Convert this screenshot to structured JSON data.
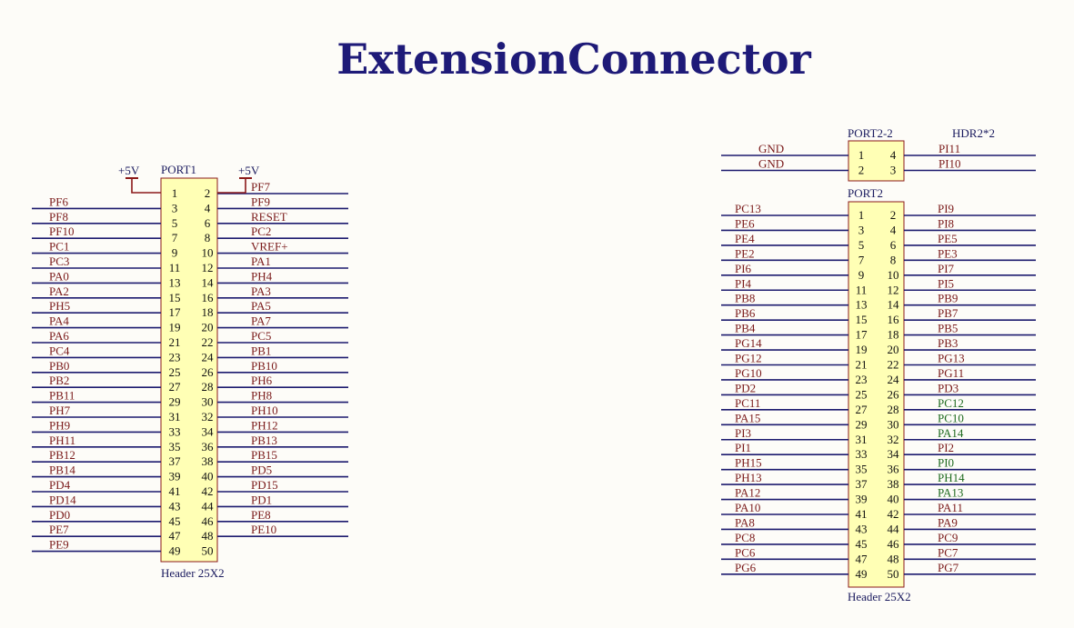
{
  "title": "ExtensionConnector",
  "colors": {
    "wire": "#1c1a6e",
    "signal": "#7a1a1a",
    "signal_alt": "#1f6b1f",
    "body_fill": "#ffffb5",
    "body_stroke": "#8b1a1a",
    "power": "#8b1a1a"
  },
  "port1": {
    "designator": "PORT1",
    "footprint": "Header 25X2",
    "power_left": "+5V",
    "power_right": "+5V",
    "rows": [
      {
        "l": "",
        "lp": "1",
        "rp": "2",
        "r": "PF7"
      },
      {
        "l": "PF6",
        "lp": "3",
        "rp": "4",
        "r": "PF9"
      },
      {
        "l": "PF8",
        "lp": "5",
        "rp": "6",
        "r": "RESET"
      },
      {
        "l": "PF10",
        "lp": "7",
        "rp": "8",
        "r": "PC2"
      },
      {
        "l": "PC1",
        "lp": "9",
        "rp": "10",
        "r": "VREF+"
      },
      {
        "l": "PC3",
        "lp": "11",
        "rp": "12",
        "r": "PA1"
      },
      {
        "l": "PA0",
        "lp": "13",
        "rp": "14",
        "r": "PH4"
      },
      {
        "l": "PA2",
        "lp": "15",
        "rp": "16",
        "r": "PA3"
      },
      {
        "l": "PH5",
        "lp": "17",
        "rp": "18",
        "r": "PA5"
      },
      {
        "l": "PA4",
        "lp": "19",
        "rp": "20",
        "r": "PA7"
      },
      {
        "l": "PA6",
        "lp": "21",
        "rp": "22",
        "r": "PC5"
      },
      {
        "l": "PC4",
        "lp": "23",
        "rp": "24",
        "r": "PB1"
      },
      {
        "l": "PB0",
        "lp": "25",
        "rp": "26",
        "r": "PB10"
      },
      {
        "l": "PB2",
        "lp": "27",
        "rp": "28",
        "r": "PH6"
      },
      {
        "l": "PB11",
        "lp": "29",
        "rp": "30",
        "r": "PH8"
      },
      {
        "l": "PH7",
        "lp": "31",
        "rp": "32",
        "r": "PH10"
      },
      {
        "l": "PH9",
        "lp": "33",
        "rp": "34",
        "r": "PH12"
      },
      {
        "l": "PH11",
        "lp": "35",
        "rp": "36",
        "r": "PB13"
      },
      {
        "l": "PB12",
        "lp": "37",
        "rp": "38",
        "r": "PB15"
      },
      {
        "l": "PB14",
        "lp": "39",
        "rp": "40",
        "r": "PD5"
      },
      {
        "l": "PD4",
        "lp": "41",
        "rp": "42",
        "r": "PD15"
      },
      {
        "l": "PD14",
        "lp": "43",
        "rp": "44",
        "r": "PD1"
      },
      {
        "l": "PD0",
        "lp": "45",
        "rp": "46",
        "r": "PE8"
      },
      {
        "l": "PE7",
        "lp": "47",
        "rp": "48",
        "r": "PE10"
      },
      {
        "l": "PE9",
        "lp": "49",
        "rp": "50",
        "r": ""
      }
    ]
  },
  "port2_2": {
    "designator": "PORT2-2",
    "footprint": "HDR2*2",
    "rows": [
      {
        "l": "GND",
        "lp": "1",
        "rp": "4",
        "r": "PI11"
      },
      {
        "l": "GND",
        "lp": "2",
        "rp": "3",
        "r": "PI10"
      }
    ]
  },
  "port2": {
    "designator": "PORT2",
    "footprint": "Header 25X2",
    "rows": [
      {
        "l": "PC13",
        "lp": "1",
        "rp": "2",
        "r": "PI9"
      },
      {
        "l": "PE6",
        "lp": "3",
        "rp": "4",
        "r": "PI8"
      },
      {
        "l": "PE4",
        "lp": "5",
        "rp": "6",
        "r": "PE5"
      },
      {
        "l": "PE2",
        "lp": "7",
        "rp": "8",
        "r": "PE3"
      },
      {
        "l": "PI6",
        "lp": "9",
        "rp": "10",
        "r": "PI7"
      },
      {
        "l": "PI4",
        "lp": "11",
        "rp": "12",
        "r": "PI5"
      },
      {
        "l": "PB8",
        "lp": "13",
        "rp": "14",
        "r": "PB9"
      },
      {
        "l": "PB6",
        "lp": "15",
        "rp": "16",
        "r": "PB7"
      },
      {
        "l": "PB4",
        "lp": "17",
        "rp": "18",
        "r": "PB5"
      },
      {
        "l": "PG14",
        "lp": "19",
        "rp": "20",
        "r": "PB3"
      },
      {
        "l": "PG12",
        "lp": "21",
        "rp": "22",
        "r": "PG13"
      },
      {
        "l": "PG10",
        "lp": "23",
        "rp": "24",
        "r": "PG11"
      },
      {
        "l": "PD2",
        "lp": "25",
        "rp": "26",
        "r": "PD3"
      },
      {
        "l": "PC11",
        "lp": "27",
        "rp": "28",
        "r": "PC12",
        "ralt": true
      },
      {
        "l": "PA15",
        "lp": "29",
        "rp": "30",
        "r": "PC10",
        "ralt": true
      },
      {
        "l": "PI3",
        "lp": "31",
        "rp": "32",
        "r": "PA14",
        "ralt": true
      },
      {
        "l": "PI1",
        "lp": "33",
        "rp": "34",
        "r": "PI2"
      },
      {
        "l": "PH15",
        "lp": "35",
        "rp": "36",
        "r": "PI0",
        "ralt": true
      },
      {
        "l": "PH13",
        "lp": "37",
        "rp": "38",
        "r": "PH14",
        "ralt": true
      },
      {
        "l": "PA12",
        "lp": "39",
        "rp": "40",
        "r": "PA13",
        "ralt": true
      },
      {
        "l": "PA10",
        "lp": "41",
        "rp": "42",
        "r": "PA11"
      },
      {
        "l": "PA8",
        "lp": "43",
        "rp": "44",
        "r": "PA9"
      },
      {
        "l": "PC8",
        "lp": "45",
        "rp": "46",
        "r": "PC9"
      },
      {
        "l": "PC6",
        "lp": "47",
        "rp": "48",
        "r": "PC7"
      },
      {
        "l": "PG6",
        "lp": "49",
        "rp": "50",
        "r": "PG7"
      }
    ]
  }
}
